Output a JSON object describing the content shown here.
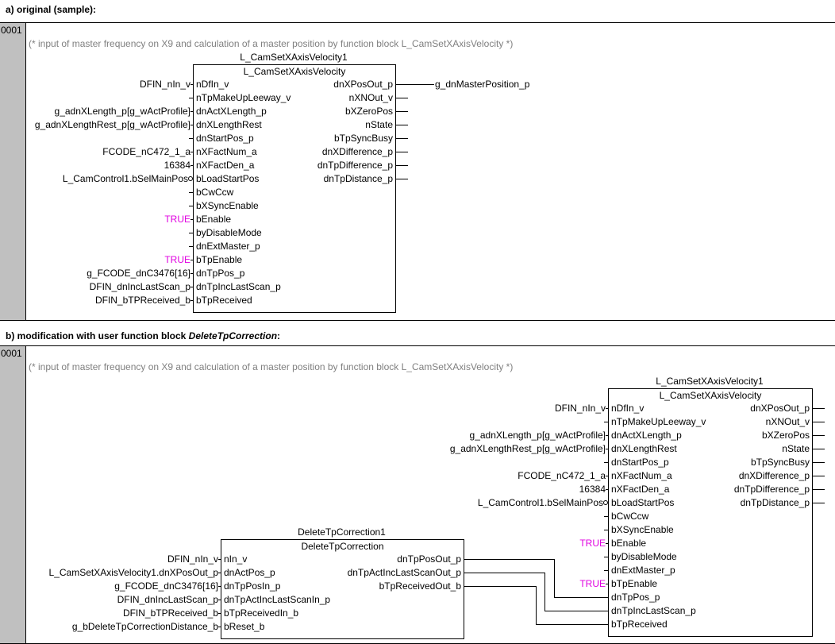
{
  "section_a": {
    "heading": "a) original (sample):",
    "line_number": "0001",
    "comment": "(* input of master frequency on X9 and calculation of a master position by function block L_CamSetXAxisVelocity *)",
    "block": {
      "instance": "L_CamSetXAxisVelocity1",
      "type": "L_CamSetXAxisVelocity",
      "inputs": [
        {
          "pin": "nDfIn_v",
          "value": "DFIN_nIn_v"
        },
        {
          "pin": "nTpMakeUpLeeway_v",
          "value": ""
        },
        {
          "pin": "dnActXLength_p",
          "value": "g_adnXLength_p[g_wActProfile]"
        },
        {
          "pin": "dnXLengthRest",
          "value": "g_adnXLengthRest_p[g_wActProfile]"
        },
        {
          "pin": "dnStartPos_p",
          "value": ""
        },
        {
          "pin": "nXFactNum_a",
          "value": "FCODE_nC472_1_a"
        },
        {
          "pin": "nXFactDen_a",
          "value": "16384"
        },
        {
          "pin": "bLoadStartPos",
          "value": "L_CamControl1.bSelMainPos",
          "negated": true
        },
        {
          "pin": "bCwCcw",
          "value": ""
        },
        {
          "pin": "bXSyncEnable",
          "value": ""
        },
        {
          "pin": "bEnable",
          "value": "TRUE",
          "constant": true
        },
        {
          "pin": "byDisableMode",
          "value": ""
        },
        {
          "pin": "dnExtMaster_p",
          "value": ""
        },
        {
          "pin": "bTpEnable",
          "value": "TRUE",
          "constant": true
        },
        {
          "pin": "dnTpPos_p",
          "value": "g_FCODE_dnC3476[16]"
        },
        {
          "pin": "dnTpIncLastScan_p",
          "value": "DFIN_dnIncLastScan_p"
        },
        {
          "pin": "bTpReceived",
          "value": "DFIN_bTPReceived_b"
        }
      ],
      "outputs": [
        {
          "pin": "dnXPosOut_p",
          "value": "g_dnMasterPosition_p"
        },
        {
          "pin": "nXNOut_v",
          "value": ""
        },
        {
          "pin": "bXZeroPos",
          "value": ""
        },
        {
          "pin": "nState",
          "value": ""
        },
        {
          "pin": "bTpSyncBusy",
          "value": ""
        },
        {
          "pin": "dnXDifference_p",
          "value": ""
        },
        {
          "pin": "dnTpDifference_p",
          "value": ""
        },
        {
          "pin": "dnTpDistance_p",
          "value": ""
        }
      ]
    }
  },
  "section_b": {
    "heading_prefix": "b) modification with user function block ",
    "heading_emph": "DeleteTpCorrection",
    "heading_suffix": ":",
    "line_number": "0001",
    "comment": "(* input of master frequency on X9 and calculation of a master position by function block L_CamSetXAxisVelocity *)",
    "delete_block": {
      "instance": "DeleteTpCorrection1",
      "type": "DeleteTpCorrection",
      "inputs": [
        {
          "pin": "nIn_v",
          "value": "DFIN_nIn_v"
        },
        {
          "pin": "dnActPos_p",
          "value": "L_CamSetXAxisVelocity1.dnXPosOut_p"
        },
        {
          "pin": "dnTpPosIn_p",
          "value": "g_FCODE_dnC3476[16]"
        },
        {
          "pin": "dnTpActIncLastScanIn_p",
          "value": "DFIN_dnIncLastScan_p"
        },
        {
          "pin": "bTpReceivedIn_b",
          "value": "DFIN_bTPReceived_b"
        },
        {
          "pin": "bReset_b",
          "value": "g_bDeleteTpCorrectionDistance_b"
        }
      ],
      "outputs": [
        {
          "pin": "dnTpPosOut_p"
        },
        {
          "pin": "dnTpActIncLastScanOut_p"
        },
        {
          "pin": "bTpReceivedOut_b"
        }
      ]
    },
    "cam_block": {
      "instance": "L_CamSetXAxisVelocity1",
      "type": "L_CamSetXAxisVelocity",
      "inputs": [
        {
          "pin": "nDfIn_v",
          "value": "DFIN_nIn_v"
        },
        {
          "pin": "nTpMakeUpLeeway_v",
          "value": ""
        },
        {
          "pin": "dnActXLength_p",
          "value": "g_adnXLength_p[g_wActProfile]"
        },
        {
          "pin": "dnXLengthRest",
          "value": "g_adnXLengthRest_p[g_wActProfile]"
        },
        {
          "pin": "dnStartPos_p",
          "value": ""
        },
        {
          "pin": "nXFactNum_a",
          "value": "FCODE_nC472_1_a"
        },
        {
          "pin": "nXFactDen_a",
          "value": "16384"
        },
        {
          "pin": "bLoadStartPos",
          "value": "L_CamControl1.bSelMainPos",
          "negated": true
        },
        {
          "pin": "bCwCcw",
          "value": ""
        },
        {
          "pin": "bXSyncEnable",
          "value": ""
        },
        {
          "pin": "bEnable",
          "value": "TRUE",
          "constant": true
        },
        {
          "pin": "byDisableMode",
          "value": ""
        },
        {
          "pin": "dnExtMaster_p",
          "value": ""
        },
        {
          "pin": "bTpEnable",
          "value": "TRUE",
          "constant": true
        },
        {
          "pin": "dnTpPos_p",
          "value": "",
          "wired_from": "DeleteTpCorrection1.dnTpPosOut_p"
        },
        {
          "pin": "dnTpIncLastScan_p",
          "value": "",
          "wired_from": "DeleteTpCorrection1.dnTpActIncLastScanOut_p"
        },
        {
          "pin": "bTpReceived",
          "value": "",
          "wired_from": "DeleteTpCorrection1.bTpReceivedOut_b"
        }
      ],
      "outputs": [
        {
          "pin": "dnXPosOut_p"
        },
        {
          "pin": "nXNOut_v"
        },
        {
          "pin": "bXZeroPos"
        },
        {
          "pin": "nState"
        },
        {
          "pin": "bTpSyncBusy"
        },
        {
          "pin": "dnXDifference_p"
        },
        {
          "pin": "dnTpDifference_p"
        },
        {
          "pin": "dnTpDistance_p"
        }
      ]
    }
  },
  "colors": {
    "constant": "#e000e0",
    "comment": "#808080"
  }
}
